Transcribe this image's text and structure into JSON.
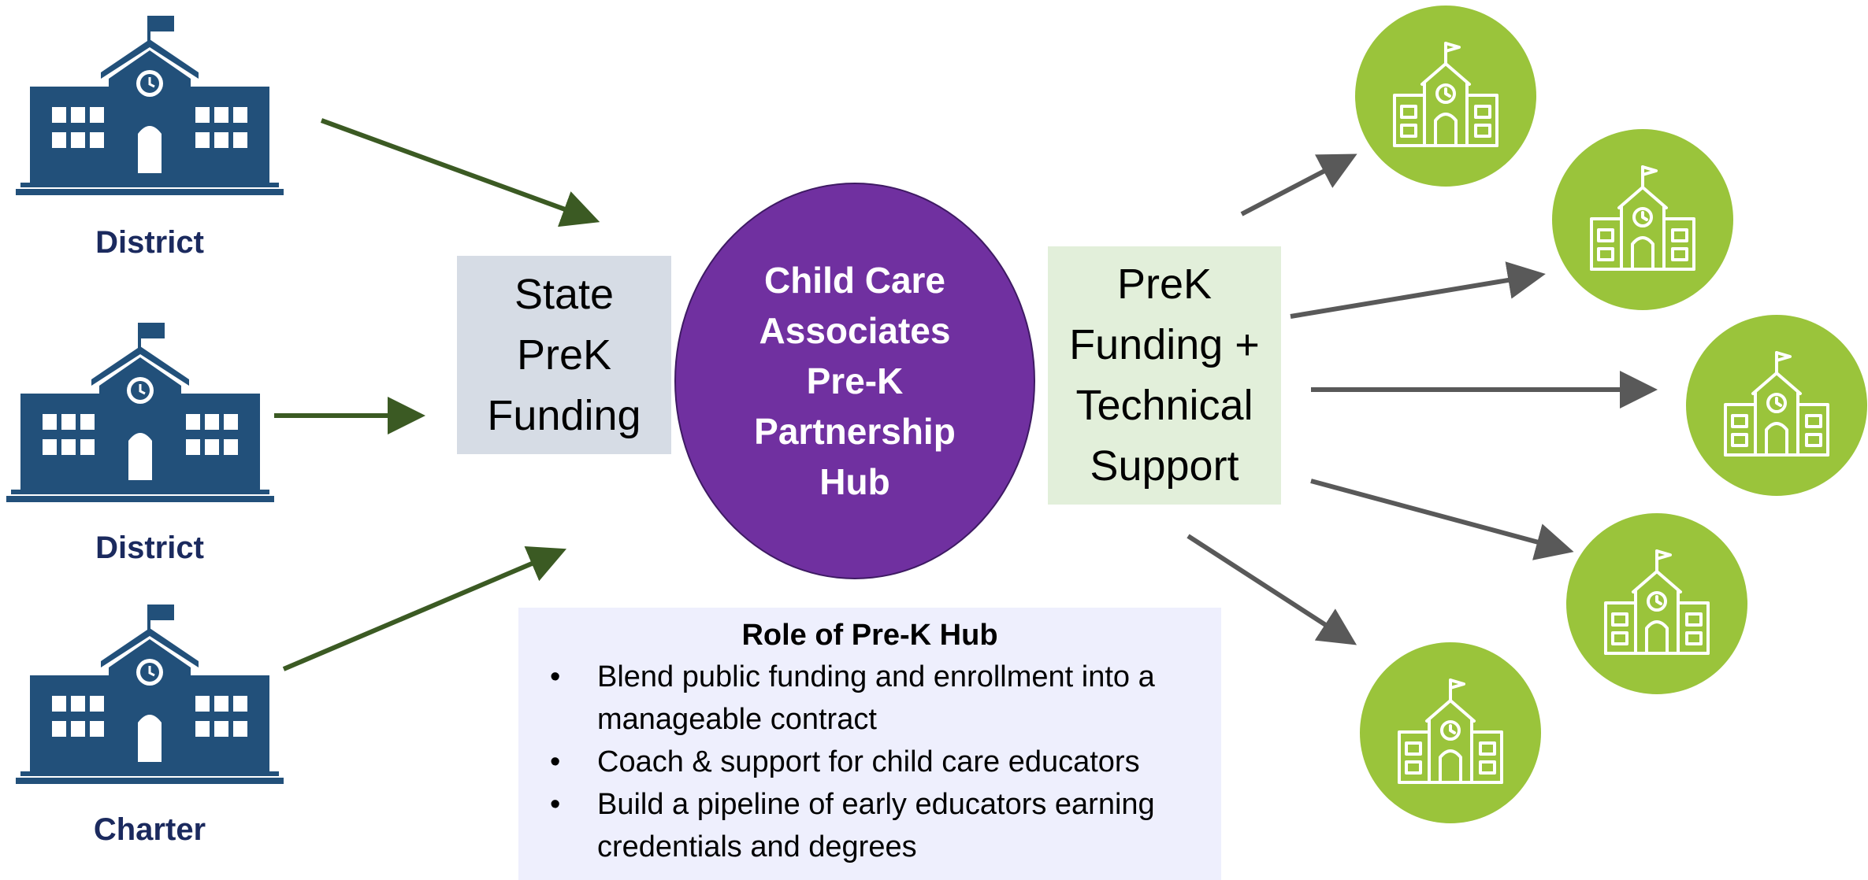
{
  "sources": [
    {
      "label": "District"
    },
    {
      "label": "District"
    },
    {
      "label": "Charter"
    }
  ],
  "state_box": {
    "text": "State\nPreK\nFunding"
  },
  "hub": {
    "text": "Child Care\nAssociates\nPre-K\nPartnership\nHub"
  },
  "support_box": {
    "text": "PreK\nFunding +\nTechnical\nSupport"
  },
  "role": {
    "title": "Role of Pre-K Hub",
    "items": [
      {
        "text": "Blend public funding and enrollment into a manageable contract"
      },
      {
        "text": "Coach & support for child care educators"
      },
      {
        "text": "Build a pipeline of early educators earning credentials and degrees"
      }
    ]
  },
  "colors": {
    "school_dark": "#22507a",
    "source_arrow": "#3b5a23",
    "target_arrow": "#595959",
    "hub": "#7030a0",
    "target_circle": "#9ac43b"
  },
  "icons": {
    "source": "school-building-icon",
    "target": "school-outline-icon"
  }
}
